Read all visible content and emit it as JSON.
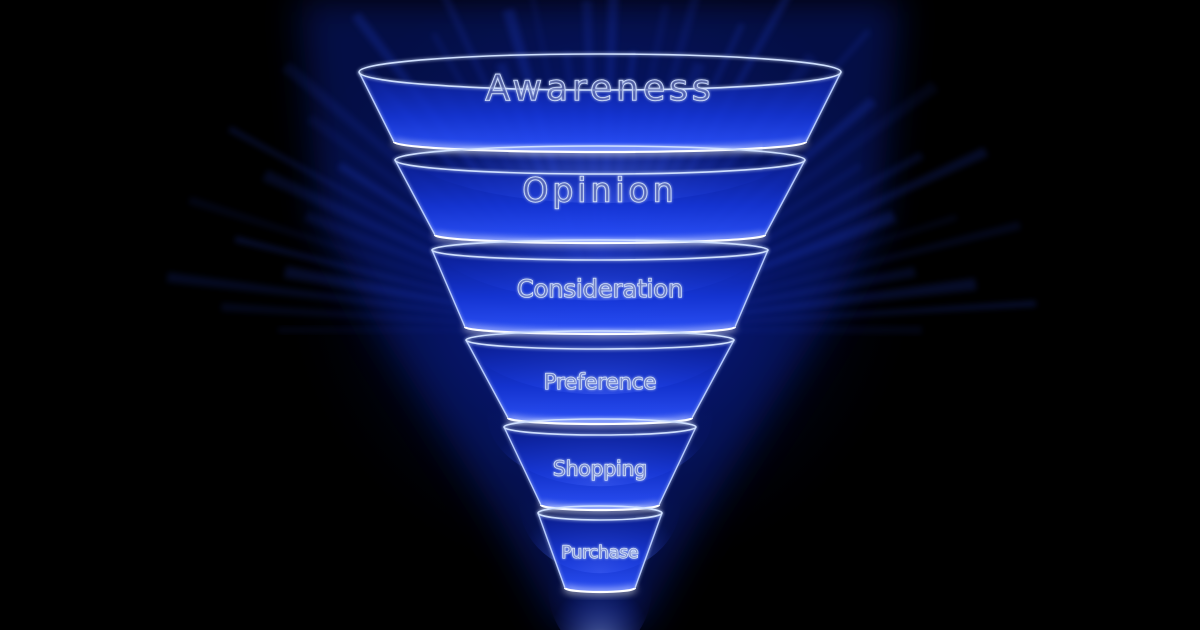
{
  "funnel": {
    "stages": [
      {
        "label": "Awareness"
      },
      {
        "label": "Opinion"
      },
      {
        "label": "Consideration"
      },
      {
        "label": "Preference"
      },
      {
        "label": "Shopping"
      },
      {
        "label": "Purchase"
      }
    ]
  },
  "colors": {
    "background": "#000000",
    "glow": "#1a3cff",
    "outline": "#d8e6ff"
  }
}
